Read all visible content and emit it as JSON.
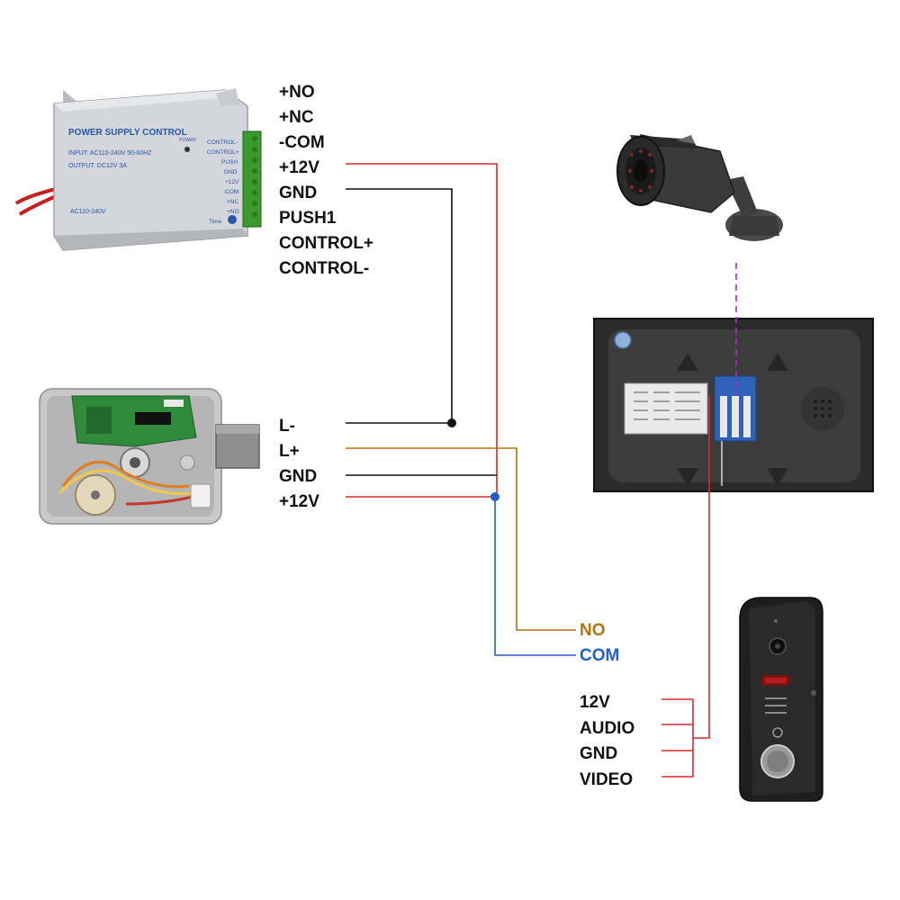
{
  "power_supply": {
    "panel_title": "POWER SUPPLY CONTROL",
    "input_spec": "INPUT: AC110-240V 50-60HZ",
    "output_spec": "OUTPUT: DC12V  3A",
    "ac_label": "AC110-240V",
    "power_led_label": "POWER",
    "time_label": "Time",
    "panel_terminals": [
      "CONTROL-",
      "CONTROL+",
      "PUSH",
      "GND",
      "+12V",
      "-COM",
      "+NC",
      "+NO"
    ],
    "terminals": [
      "+NO",
      "+NC",
      "-COM",
      "+12V",
      "GND",
      "PUSH1",
      "CONTROL+",
      "CONTROL-"
    ]
  },
  "lock": {
    "terminals": [
      "L-",
      "L+",
      "GND",
      "+12V"
    ]
  },
  "monitor_relay": {
    "terminals": [
      "NO",
      "COM"
    ]
  },
  "doorbell": {
    "terminals": [
      "12V",
      "AUDIO",
      "GND",
      "VIDEO"
    ]
  },
  "colors": {
    "wire_power": "#d62a2a",
    "wire_ground": "#111111",
    "wire_lock_plus": "#b8730f",
    "wire_com": "#1f5fd0",
    "wire_video_cam": "#b428c8"
  },
  "icons": {
    "power_supply": "power-supply-icon",
    "lock": "electric-lock-icon",
    "camera": "cctv-camera-icon",
    "monitor": "intercom-monitor-icon",
    "doorbell": "doorbell-panel-icon"
  }
}
